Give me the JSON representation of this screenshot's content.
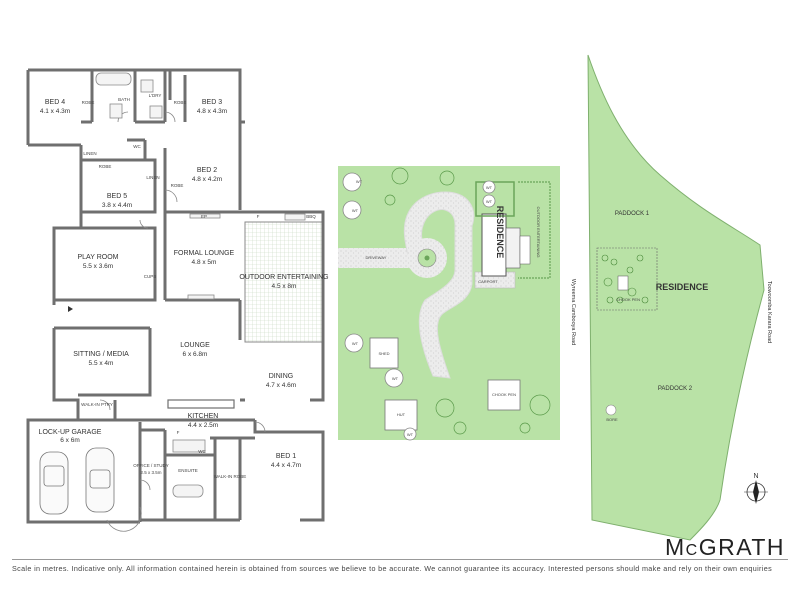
{
  "plan": {
    "rooms": [
      {
        "id": "bed4",
        "name": "BED 4",
        "dim": "4.1 x 4.3m"
      },
      {
        "id": "bed3",
        "name": "BED 3",
        "dim": "4.8 x 4.3m"
      },
      {
        "id": "bed2",
        "name": "BED 2",
        "dim": "4.8 x 4.2m"
      },
      {
        "id": "bed5",
        "name": "BED 5",
        "dim": "3.8 x 4.4m"
      },
      {
        "id": "playroom",
        "name": "PLAY ROOM",
        "dim": "5.5 x 3.6m"
      },
      {
        "id": "formal",
        "name": "FORMAL LOUNGE",
        "dim": "4.8 x 5m"
      },
      {
        "id": "outdoor",
        "name": "OUTDOOR ENTERTAINING",
        "dim": "4.5 x 8m"
      },
      {
        "id": "sitting",
        "name": "SITTING / MEDIA",
        "dim": "5.5 x 4m"
      },
      {
        "id": "lounge",
        "name": "LOUNGE",
        "dim": "6 x 6.8m"
      },
      {
        "id": "dining",
        "name": "DINING",
        "dim": "4.7 x 4.6m"
      },
      {
        "id": "kitchen",
        "name": "KITCHEN",
        "dim": "4.4 x 2.5m"
      },
      {
        "id": "garage",
        "name": "LOCK-UP GARAGE",
        "dim": "6 x 6m"
      },
      {
        "id": "bed1",
        "name": "BED 1",
        "dim": "4.4 x 4.7m"
      },
      {
        "id": "office",
        "name": "OFFICE / STUDY",
        "dim": "2.5 x 3.5m"
      }
    ],
    "small_labels": {
      "bath": "BATH",
      "ldry": "L'DRY",
      "robe": "ROBE",
      "linen": "LINEN",
      "wc": "WC",
      "ep": "EP",
      "f": "F",
      "bbq": "BBQ",
      "cupb": "CUPB",
      "walkin_ptry": "WALK-IN PTRY",
      "ensuite": "ENSUITE",
      "walkin_robe": "WALK-IN ROBE"
    }
  },
  "site": {
    "residence": "RESIDENCE",
    "outdoor": "OUTDOOR ENTERTAINING",
    "driveway": "DRIVEWAY",
    "carport": "CARPORT",
    "shed": "SHED",
    "hut": "HUT",
    "chook_pen": "CHOOK PEN",
    "wt": "WT"
  },
  "map": {
    "paddock1": "PADDOCK 1",
    "paddock2": "PADDOCK 2",
    "residence": "RESIDENCE",
    "road1": "Wyreema Cambooya Road",
    "road2": "Toowoomba Karara Road",
    "bore": "BORE",
    "north": "N",
    "chook": "CHOOK PEN"
  },
  "colors": {
    "grass": "#b7e3a5",
    "grass_dark": "#7fc46a",
    "wall": "#6f6f6f"
  },
  "footer": {
    "disclaimer": "Scale in metres. Indicative only. All information contained herein is obtained from sources we believe to be accurate. We cannot guarantee its accuracy. Interested persons should make and rely on their own enquiries",
    "brand_big": "M",
    "brand_small": "C",
    "brand_rest": "GRATH"
  }
}
